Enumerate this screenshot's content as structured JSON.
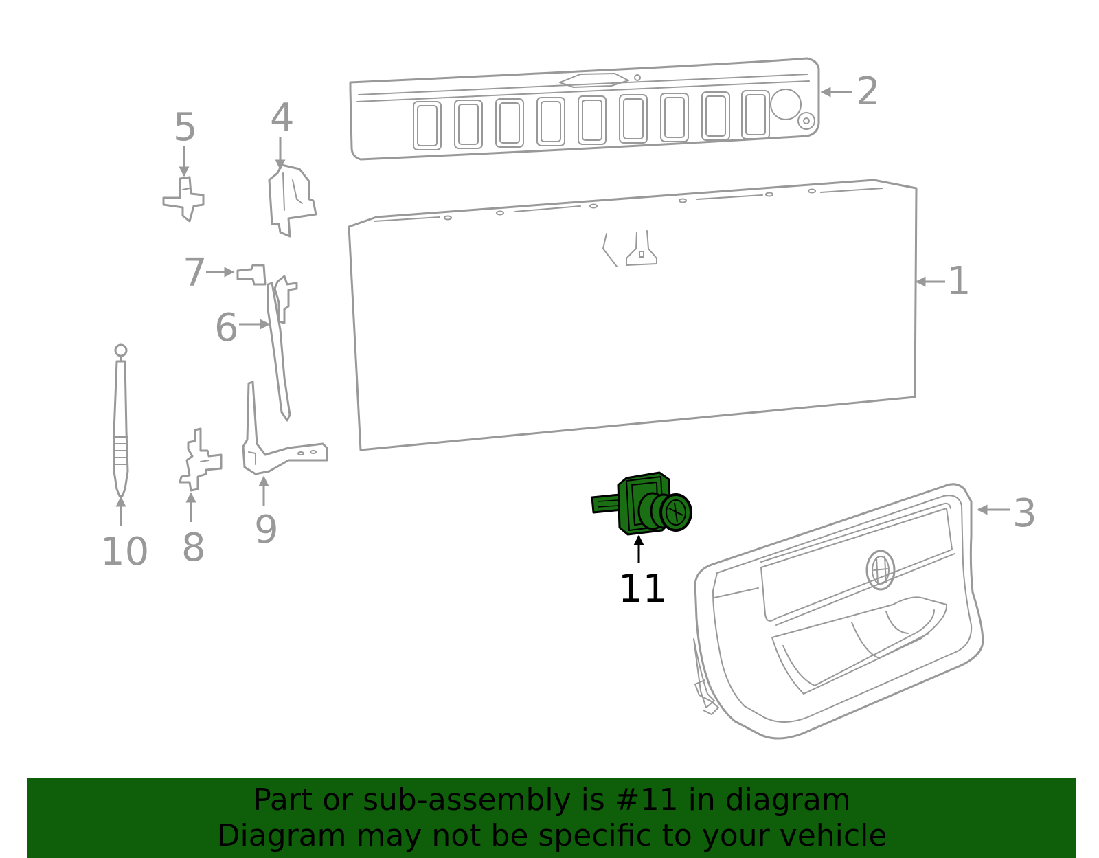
{
  "callouts": [
    {
      "id": "1",
      "label": "1"
    },
    {
      "id": "2",
      "label": "2"
    },
    {
      "id": "3",
      "label": "3"
    },
    {
      "id": "4",
      "label": "4"
    },
    {
      "id": "5",
      "label": "5"
    },
    {
      "id": "6",
      "label": "6"
    },
    {
      "id": "7",
      "label": "7"
    },
    {
      "id": "8",
      "label": "8"
    },
    {
      "id": "9",
      "label": "9"
    },
    {
      "id": "10",
      "label": "10"
    },
    {
      "id": "11",
      "label": "11",
      "highlighted": true
    }
  ],
  "colors": {
    "part_outline": "#999999",
    "highlight_fill": "#1a6e14",
    "highlight_outline": "#000000",
    "banner_background": "#0f5e0a",
    "banner_text": "#000000"
  },
  "banner": {
    "line1": "Part or sub-assembly is #11 in diagram",
    "line2": "Diagram may not be specific to your vehicle"
  }
}
